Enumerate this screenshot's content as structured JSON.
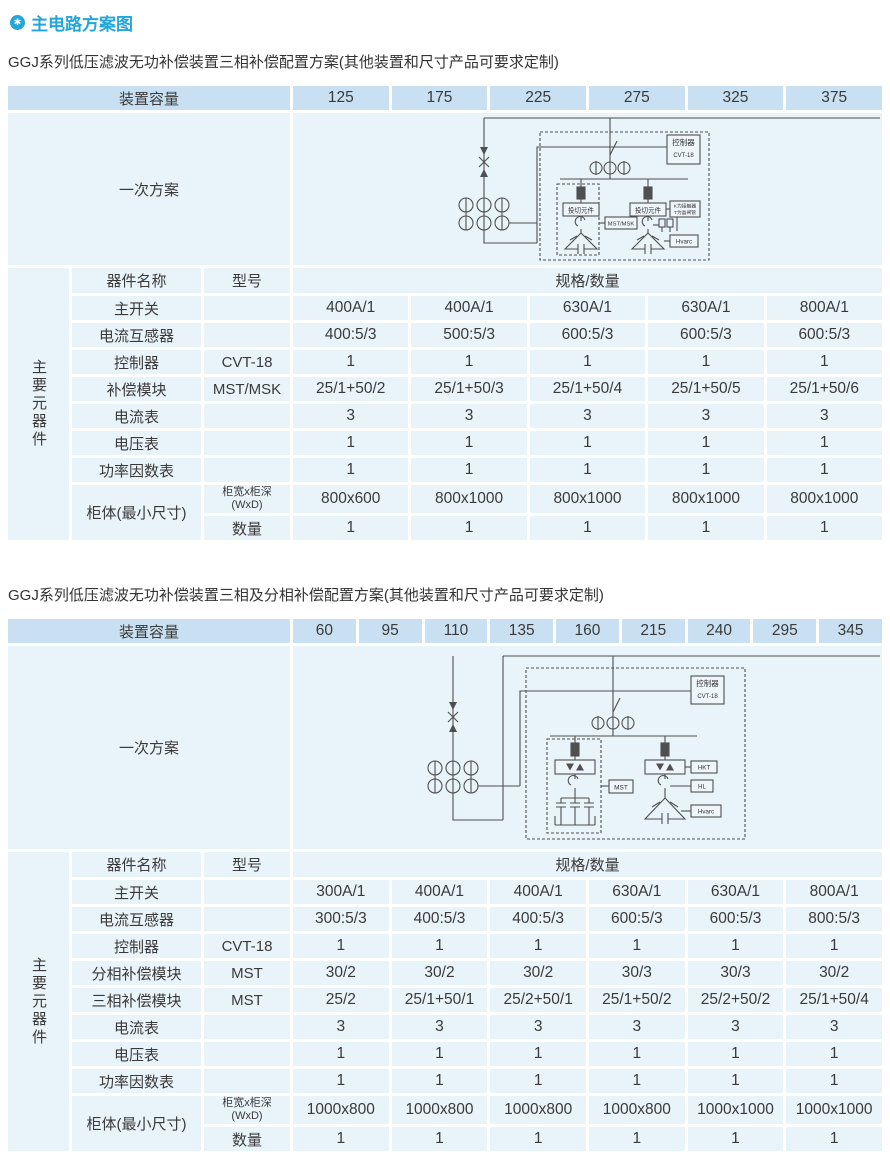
{
  "page": {
    "title": "主电路方案图",
    "title_icon": "star-circle"
  },
  "colors": {
    "accent": "#25a6da",
    "header_bg": "#c8e0f1",
    "cell_bg": "#e9f3fa",
    "text": "#3a3a3a"
  },
  "section1": {
    "subtitle": "GGJ系列低压滤波无功补偿装置三相补偿配置方案(其他装置和尺寸产品可要求定制)",
    "capacity_label": "装置容量",
    "capacities": [
      "125",
      "175",
      "225",
      "275",
      "325",
      "375"
    ],
    "scheme_label": "一次方案",
    "group_label": "主要元器件",
    "col_headers": {
      "name": "器件名称",
      "model": "型号",
      "spec": "规格/数量"
    },
    "rows": [
      {
        "name": "主开关",
        "model": "",
        "values": [
          "400A/1",
          "400A/1",
          "630A/1",
          "630A/1",
          "800A/1"
        ]
      },
      {
        "name": "电流互感器",
        "model": "",
        "values": [
          "400:5/3",
          "500:5/3",
          "600:5/3",
          "600:5/3",
          "600:5/3"
        ]
      },
      {
        "name": "控制器",
        "model": "CVT-18",
        "values": [
          "1",
          "1",
          "1",
          "1",
          "1"
        ]
      },
      {
        "name": "补偿模块",
        "model": "MST/MSK",
        "values": [
          "25/1+50/2",
          "25/1+50/3",
          "25/1+50/4",
          "25/1+50/5",
          "25/1+50/6"
        ]
      },
      {
        "name": "电流表",
        "model": "",
        "values": [
          "3",
          "3",
          "3",
          "3",
          "3"
        ]
      },
      {
        "name": "电压表",
        "model": "",
        "values": [
          "1",
          "1",
          "1",
          "1",
          "1"
        ]
      },
      {
        "name": "功率因数表",
        "model": "",
        "values": [
          "1",
          "1",
          "1",
          "1",
          "1"
        ]
      }
    ],
    "cabinet": {
      "name": "柜体(最小尺寸)",
      "size_label_line1": "柜宽x柜深",
      "size_label_line2": "(WxD)",
      "qty_label": "数量",
      "sizes": [
        "800x600",
        "800x1000",
        "800x1000",
        "800x1000",
        "800x1000"
      ],
      "quantities": [
        "1",
        "1",
        "1",
        "1",
        "1"
      ]
    },
    "diagram": {
      "controller": "控制器",
      "controller_model": "CVT-18",
      "switch_unit": "投切元件",
      "module": "MST/MSK",
      "note_line1": "K为接触器",
      "note_line2": "T为晶闸管",
      "hvarc": "Hvarc"
    }
  },
  "section2": {
    "subtitle": "GGJ系列低压滤波无功补偿装置三相及分相补偿配置方案(其他装置和尺寸产品可要求定制)",
    "capacity_label": "装置容量",
    "capacities": [
      "60",
      "95",
      "110",
      "135",
      "160",
      "215",
      "240",
      "295",
      "345"
    ],
    "scheme_label": "一次方案",
    "group_label": "主要元器件",
    "col_headers": {
      "name": "器件名称",
      "model": "型号",
      "spec": "规格/数量"
    },
    "rows": [
      {
        "name": "主开关",
        "model": "",
        "values": [
          "300A/1",
          "400A/1",
          "400A/1",
          "630A/1",
          "630A/1",
          "800A/1"
        ]
      },
      {
        "name": "电流互感器",
        "model": "",
        "values": [
          "300:5/3",
          "400:5/3",
          "400:5/3",
          "600:5/3",
          "600:5/3",
          "800:5/3"
        ]
      },
      {
        "name": "控制器",
        "model": "CVT-18",
        "values": [
          "1",
          "1",
          "1",
          "1",
          "1",
          "1"
        ]
      },
      {
        "name": "分相补偿模块",
        "model": "MST",
        "values": [
          "30/2",
          "30/2",
          "30/2",
          "30/3",
          "30/3",
          "30/2"
        ]
      },
      {
        "name": "三相补偿模块",
        "model": "MST",
        "values": [
          "25/2",
          "25/1+50/1",
          "25/2+50/1",
          "25/1+50/2",
          "25/2+50/2",
          "25/1+50/4"
        ]
      },
      {
        "name": "电流表",
        "model": "",
        "values": [
          "3",
          "3",
          "3",
          "3",
          "3",
          "3"
        ]
      },
      {
        "name": "电压表",
        "model": "",
        "values": [
          "1",
          "1",
          "1",
          "1",
          "1",
          "1"
        ]
      },
      {
        "name": "功率因数表",
        "model": "",
        "values": [
          "1",
          "1",
          "1",
          "1",
          "1",
          "1"
        ]
      }
    ],
    "cabinet": {
      "name": "柜体(最小尺寸)",
      "size_label_line1": "柜宽x柜深",
      "size_label_line2": "(WxD)",
      "qty_label": "数量",
      "sizes": [
        "1000x800",
        "1000x800",
        "1000x800",
        "1000x800",
        "1000x1000",
        "1000x1000"
      ],
      "quantities": [
        "1",
        "1",
        "1",
        "1",
        "1",
        "1"
      ]
    },
    "diagram": {
      "controller": "控制器",
      "controller_model": "CVT-18",
      "mst": "MST",
      "hkt": "HKT",
      "hl": "HL",
      "hvarc": "Hvarc"
    }
  }
}
